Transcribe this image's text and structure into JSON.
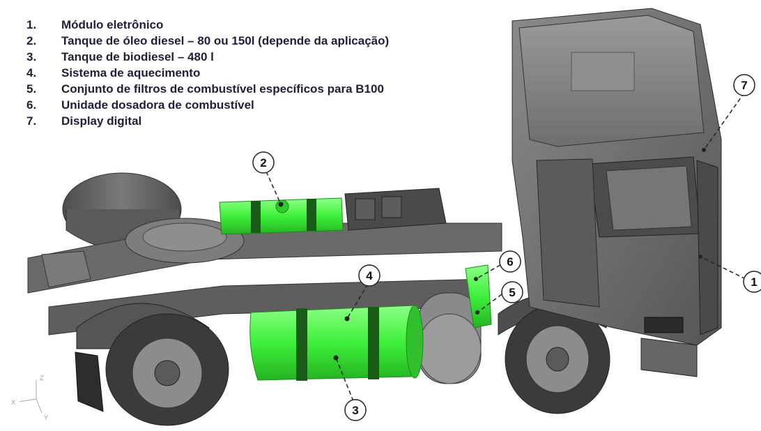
{
  "legend": [
    {
      "num": "1.",
      "text": "Módulo eletrônico"
    },
    {
      "num": "2.",
      "text": "Tanque de óleo diesel – 80 ou 150l (depende da aplicação)"
    },
    {
      "num": "3.",
      "text": "Tanque de biodiesel – 480 l"
    },
    {
      "num": "4.",
      "text": "Sistema de aquecimento"
    },
    {
      "num": "5.",
      "text": "Conjunto de filtros de combustível específicos para B100"
    },
    {
      "num": "6.",
      "text": "Unidade dosadora de combustível"
    },
    {
      "num": "7.",
      "text": "Display digital"
    }
  ],
  "callouts": {
    "c1": "1",
    "c2": "2",
    "c3": "3",
    "c4": "4",
    "c5": "5",
    "c6": "6",
    "c7": "7"
  },
  "axes": {
    "z": "Z",
    "x": "X",
    "y": "Y"
  },
  "colors": {
    "highlight": "#3ef03a",
    "truck": "#6d6d6d",
    "truck_dark": "#3f3f3f",
    "text": "#1f1f3a"
  }
}
